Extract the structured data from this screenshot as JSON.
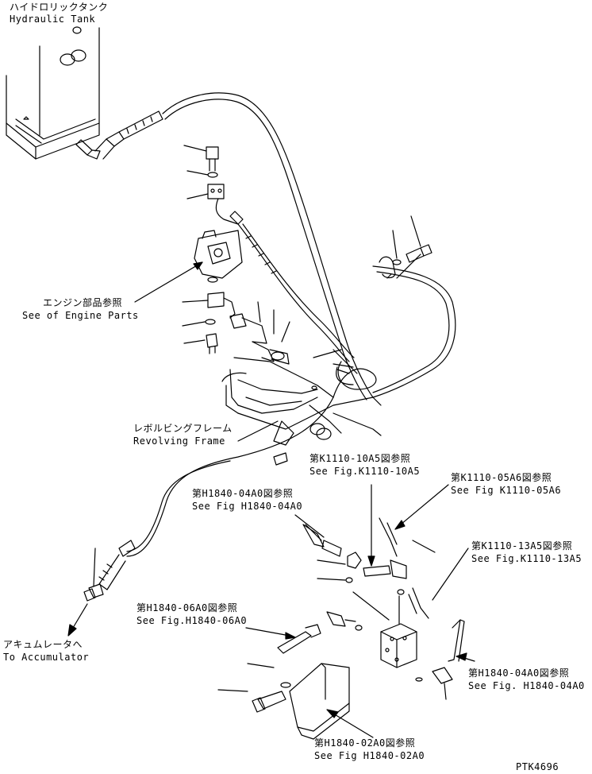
{
  "labels": {
    "hydraulic_tank_jp": "ハイドロリックタンク",
    "hydraulic_tank_en": "Hydraulic Tank",
    "engine_parts_jp": "エンジン部品参照",
    "engine_parts_en": "See of Engine Parts",
    "revolving_frame_jp": "レボルビングフレーム",
    "revolving_frame_en": "Revolving Frame",
    "k1110_10a5_jp": "第K1110-10A5図参照",
    "k1110_10a5_en": "See Fig.K1110-10A5",
    "k1110_05a6_jp": "第K1110-05A6図参照",
    "k1110_05a6_en": "See Fig K1110-05A6",
    "h1840_04a0_top_jp": "第H1840-04A0図参照",
    "h1840_04a0_top_en": "See Fig H1840-04A0",
    "k1110_13a5_jp": "第K1110-13A5図参照",
    "k1110_13a5_en": "See Fig.K1110-13A5",
    "h1840_06a0_jp": "第H1840-06A0図参照",
    "h1840_06a0_en": "See Fig.H1840-06A0",
    "accumulator_jp": "アキュムレータへ",
    "accumulator_en": "To Accumulator",
    "h1840_04a0_bot_jp": "第H1840-04A0図参照",
    "h1840_04a0_bot_en": "See Fig. H1840-04A0",
    "h1840_02a0_jp": "第H1840-02A0図参照",
    "h1840_02a0_en": "See Fig H1840-02A0",
    "drawing_code": "PTK4696"
  }
}
